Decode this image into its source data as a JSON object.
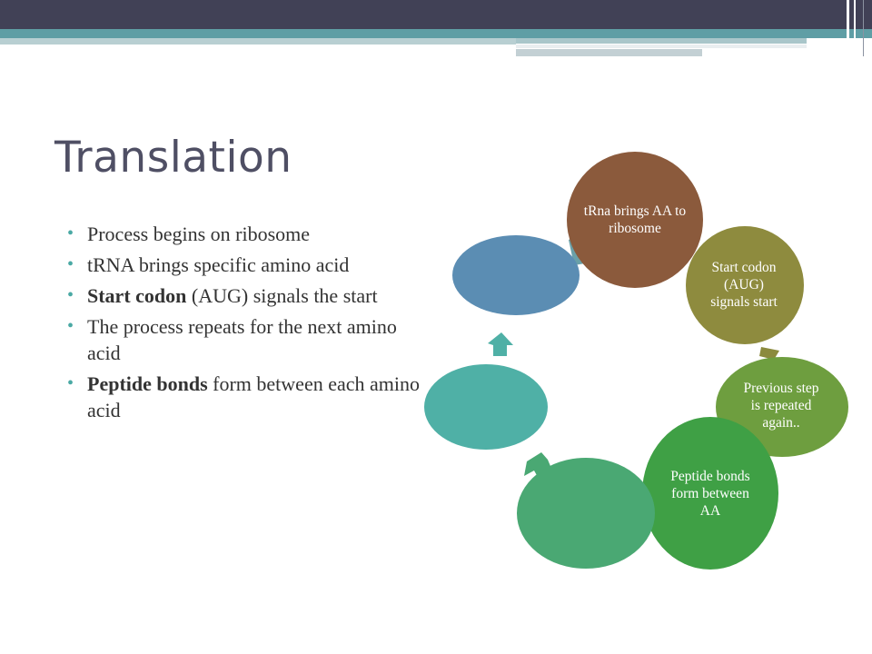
{
  "slide": {
    "title": "Translation",
    "bullets": [
      {
        "bold": "",
        "text": "Process begins on ribosome"
      },
      {
        "bold": "",
        "text": "tRNA brings specific amino acid"
      },
      {
        "bold": "Start codon",
        "text": " (AUG) signals the start"
      },
      {
        "bold": "",
        "text": "The process repeats for the next amino acid"
      },
      {
        "bold": "Peptide bonds",
        "text": " form between each amino acid"
      }
    ]
  },
  "diagram": {
    "nodes": [
      {
        "label": "tRna brings AA to ribosome",
        "color": "#8b5a3c"
      },
      {
        "label": "Start codon (AUG) signals start",
        "color": "#8e8b3e"
      },
      {
        "label": "Previous step is repeated again..",
        "color": "#6e9e3f"
      },
      {
        "label": "Peptide bonds form between AA",
        "color": "#3fa045"
      },
      {
        "label": "",
        "color": "#4aa873"
      },
      {
        "label": "",
        "color": "#4fb0a6"
      },
      {
        "label": "",
        "color": "#5b8db3"
      }
    ],
    "arrow_colors": [
      "#6aa0a8",
      "#8b8a3e",
      "#4aa873",
      "#4fb0a6"
    ]
  }
}
